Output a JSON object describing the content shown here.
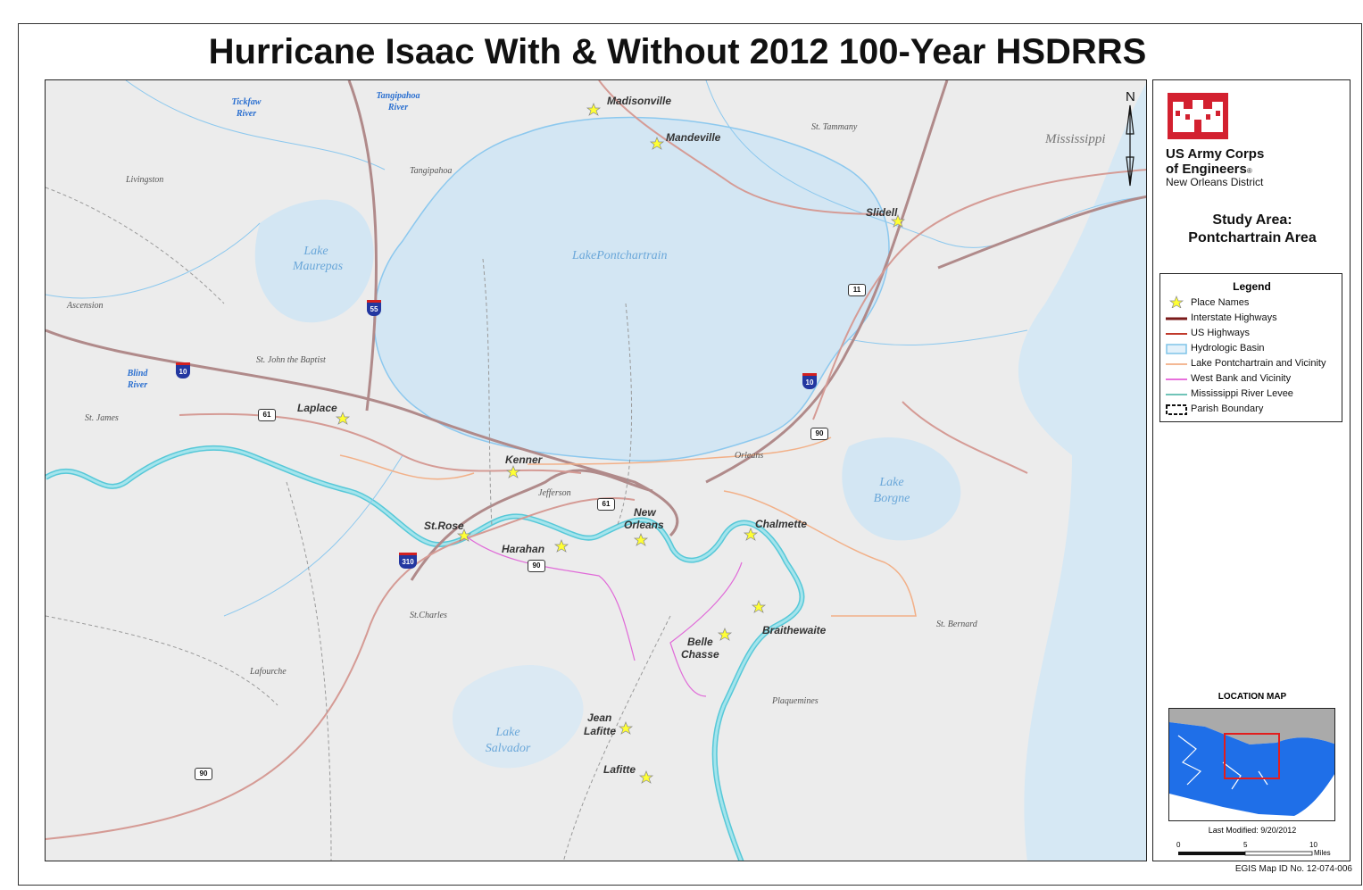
{
  "title": "Hurricane Isaac With & Without 2012 100-Year HSDRRS",
  "north_label": "N",
  "agency": {
    "line1": "US Army Corps",
    "line2": "of Engineers",
    "registered": "®",
    "district": "New Orleans District"
  },
  "study_area": {
    "line1": "Study Area:",
    "line2": "Pontchartrain Area"
  },
  "legend": {
    "title": "Legend",
    "items": [
      {
        "label": "Place Names",
        "symbol": "star",
        "color": "#ffff33"
      },
      {
        "label": "Interstate Highways",
        "symbol": "line",
        "color": "#7a1a1a"
      },
      {
        "label": "US Highways",
        "symbol": "line",
        "color": "#c0392b"
      },
      {
        "label": "Hydrologic Basin",
        "symbol": "box",
        "color": "#7fc4e8"
      },
      {
        "label": "Lake Pontchartrain and Vicinity",
        "symbol": "line",
        "color": "#f0a070"
      },
      {
        "label": "West Bank and Vicinity",
        "symbol": "line",
        "color": "#e040d0"
      },
      {
        "label": "Mississippi River Levee",
        "symbol": "line",
        "color": "#40b0a0"
      },
      {
        "label": "Parish Boundary",
        "symbol": "dashed-box",
        "color": "#111111"
      }
    ]
  },
  "location_map": {
    "title": "LOCATION MAP",
    "last_modified": "Last Modified: 9/20/2012",
    "scale": {
      "ticks": [
        "0",
        "5",
        "10"
      ],
      "unit": "Miles"
    }
  },
  "map_id": "EGIS Map ID No. 12-074-006",
  "places": {
    "madisonville": "Madisonville",
    "mandeville": "Mandeville",
    "slidell": "Slidell",
    "laplace": "Laplace",
    "kenner": "Kenner",
    "st_rose": "St.Rose",
    "harahan": "Harahan",
    "new_orleans_1": "New",
    "new_orleans_2": "Orleans",
    "chalmette": "Chalmette",
    "braithewaite": "Braithewaite",
    "belle_chasse_1": "Belle",
    "belle_chasse_2": "Chasse",
    "jean_lafitte_1": "Jean",
    "jean_lafitte_2": "Lafitte",
    "lafitte": "Lafitte"
  },
  "parishes": {
    "livingston": "Livingston",
    "tangipahoa": "Tangipahoa",
    "st_tammany": "St. Tammany",
    "ascension": "Ascension",
    "st_john": "St. John the Baptist",
    "st_james": "St. James",
    "jefferson": "Jefferson",
    "orleans": "Orleans",
    "st_charles": "St.Charles",
    "lafourche": "Lafourche",
    "plaquemines": "Plaquemines",
    "st_bernard": "St. Bernard"
  },
  "state": "Mississippi",
  "water": {
    "lake_pontchartrain": "LakePontchartrain",
    "lake_maurepas_1": "Lake",
    "lake_maurepas_2": "Maurepas",
    "lake_borgne_1": "Lake",
    "lake_borgne_2": "Borgne",
    "lake_salvador_1": "Lake",
    "lake_salvador_2": "Salvador"
  },
  "rivers": {
    "tickfaw_1": "Tickfaw",
    "tickfaw_2": "River",
    "tangipahoa_1": "Tangipahoa",
    "tangipahoa_2": "River",
    "blind_1": "Blind",
    "blind_2": "River"
  },
  "highways": {
    "i55": "55",
    "i10_west": "10",
    "i10_east": "10",
    "i310": "310",
    "us61_west": "61",
    "us61_center": "61",
    "us90_center": "90",
    "us90_east": "90",
    "us90_south": "90",
    "us11": "11"
  }
}
